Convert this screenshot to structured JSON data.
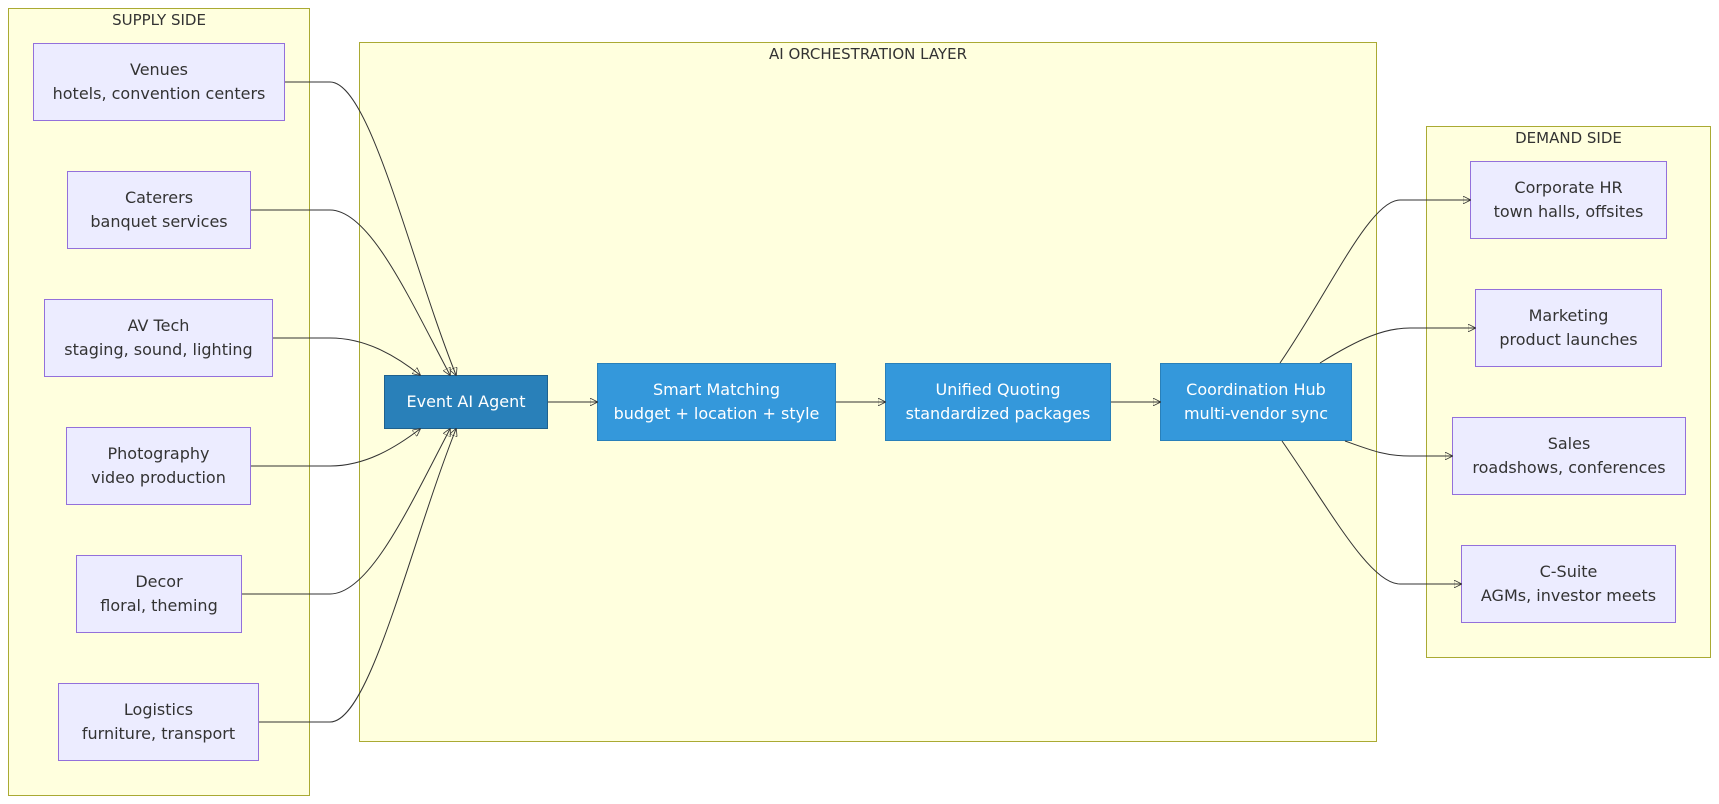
{
  "clusters": {
    "supply": {
      "title": "SUPPLY SIDE"
    },
    "orchestration": {
      "title": "AI ORCHESTRATION LAYER"
    },
    "demand": {
      "title": "DEMAND SIDE"
    }
  },
  "supply": [
    {
      "title": "Venues",
      "subtitle": "hotels, convention centers"
    },
    {
      "title": "Caterers",
      "subtitle": "banquet services"
    },
    {
      "title": "AV Tech",
      "subtitle": "staging, sound, lighting"
    },
    {
      "title": "Photography",
      "subtitle": "video production"
    },
    {
      "title": "Decor",
      "subtitle": "floral, theming"
    },
    {
      "title": "Logistics",
      "subtitle": "furniture, transport"
    }
  ],
  "orchestration": {
    "agent": {
      "title": "Event AI Agent"
    },
    "matching": {
      "title": "Smart Matching",
      "subtitle": "budget + location + style"
    },
    "quoting": {
      "title": "Unified Quoting",
      "subtitle": "standardized packages"
    },
    "hub": {
      "title": "Coordination Hub",
      "subtitle": "multi-vendor sync"
    }
  },
  "demand": [
    {
      "title": "Corporate HR",
      "subtitle": "town halls, offsites"
    },
    {
      "title": "Marketing",
      "subtitle": "product launches"
    },
    {
      "title": "Sales",
      "subtitle": "roadshows, conferences"
    },
    {
      "title": "C-Suite",
      "subtitle": "AGMs, investor meets"
    }
  ],
  "colors": {
    "cluster_fill": "#ffffde",
    "cluster_border": "#aaaa33",
    "vendor_fill": "#ececff",
    "vendor_border": "#9370db",
    "core_fill": "#3498db",
    "agent_fill": "#2980b9",
    "edge": "#333333"
  }
}
